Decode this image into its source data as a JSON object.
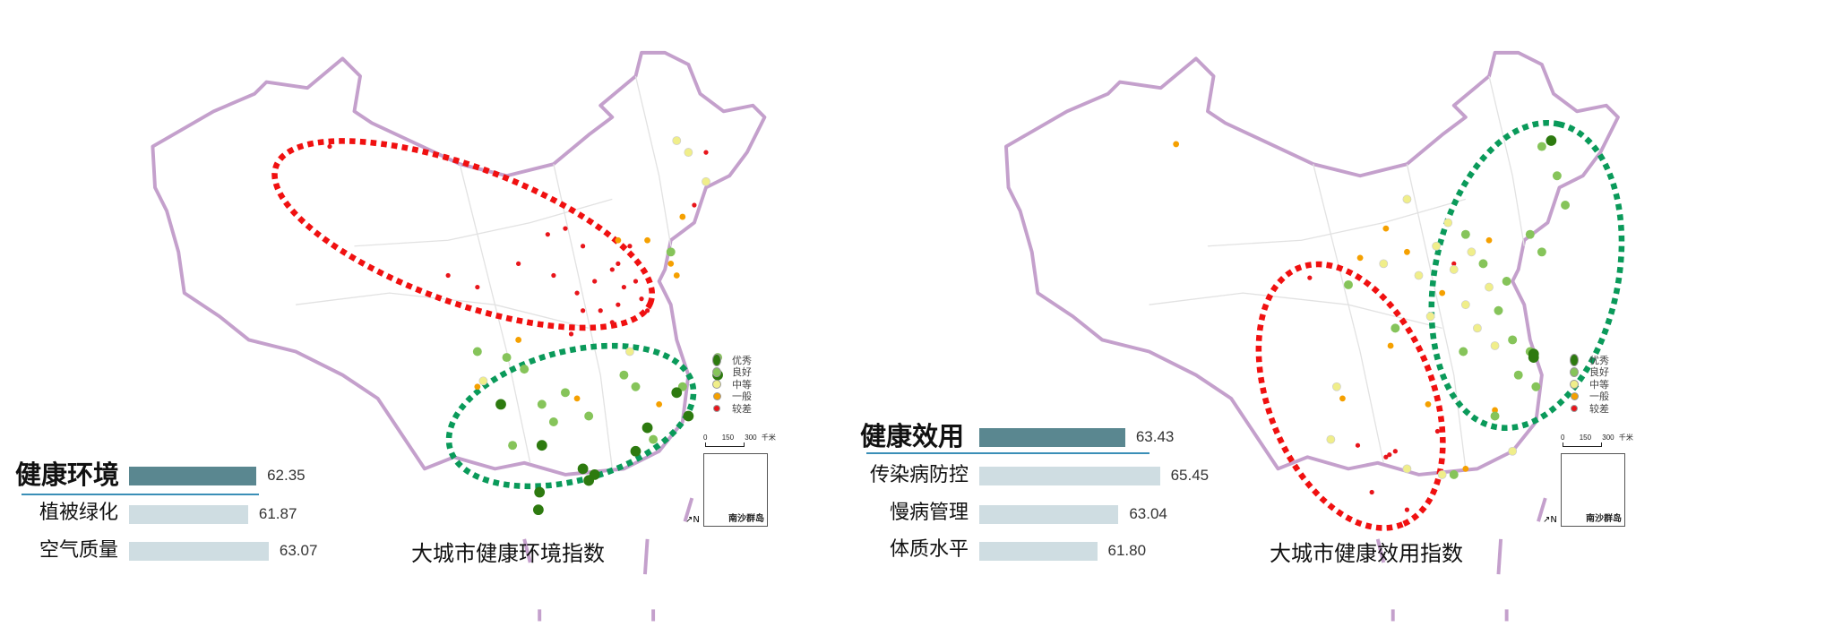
{
  "left": {
    "map_title": "大城市健康环境指数",
    "panel": {
      "title": "健康环境",
      "value": "62.35",
      "items": [
        {
          "label": "植被绿化",
          "value": "61.87"
        },
        {
          "label": "空气质量",
          "value": "63.07"
        }
      ]
    }
  },
  "right": {
    "map_title": "大城市健康效用指数",
    "panel": {
      "title": "健康效用",
      "value": "63.43",
      "items": [
        {
          "label": "传染病防控",
          "value": "65.45"
        },
        {
          "label": "慢病管理",
          "value": "63.04"
        },
        {
          "label": "体质水平",
          "value": "61.80"
        }
      ]
    }
  },
  "legend": [
    {
      "label": "优秀",
      "color": "#2d7a0f"
    },
    {
      "label": "良好",
      "color": "#86c45a"
    },
    {
      "label": "中等",
      "color": "#f0ee8a"
    },
    {
      "label": "一般",
      "color": "#f5a000"
    },
    {
      "label": "较差",
      "color": "#e8151b"
    }
  ],
  "scale_bar": {
    "ticks": [
      "0",
      "150",
      "300"
    ],
    "unit": "千米"
  },
  "inset_label": "南沙群岛",
  "north_label": "N",
  "colors": {
    "border": "#c4a0cc",
    "main_bar": "#5a8790",
    "sub_bar": "#cfdde2",
    "poor_ellipse": "#f01010",
    "good_ellipse": "#0a9a5a"
  }
}
